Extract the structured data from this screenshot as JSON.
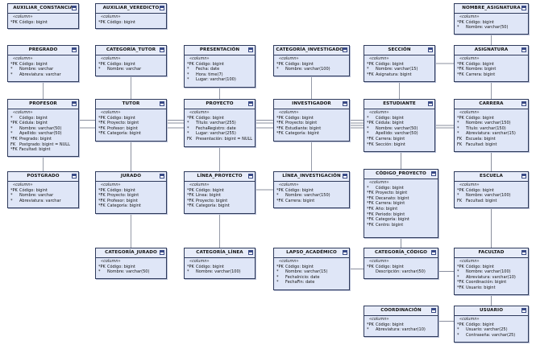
{
  "entities": [
    {
      "id": "auxiliar_constancia",
      "title": "AUXILIAR_CONSTANCIA",
      "stereotype": "«column»",
      "columns": [
        {
          "key": "*PK",
          "text": "Código: bigint"
        }
      ]
    },
    {
      "id": "auxiliar_veredicto",
      "title": "AUXILIAR_VEREDICTO",
      "stereotype": "«column»",
      "columns": [
        {
          "key": "*PK",
          "text": "Código: bigint"
        }
      ]
    },
    {
      "id": "nombre_asignatura",
      "title": "NOMBRE_ASIGNATURA",
      "stereotype": "«column»",
      "columns": [
        {
          "key": "*PK",
          "text": "Código: bigint"
        },
        {
          "key": "*",
          "text": "Nombre: varchar(50)"
        }
      ]
    },
    {
      "id": "pregrado",
      "title": "PREGRADO",
      "stereotype": "«column»",
      "columns": [
        {
          "key": "*PK",
          "text": "Código: bigint"
        },
        {
          "key": "*",
          "text": "Nombre: varchar"
        },
        {
          "key": "*",
          "text": "Abreviatura: varchar"
        }
      ]
    },
    {
      "id": "categoria_tutor",
      "title": "CATEGORÍA_TUTOR",
      "stereotype": "«column»",
      "columns": [
        {
          "key": "*PK",
          "text": "Código: bigint"
        },
        {
          "key": "*",
          "text": "Nombre: varchar"
        }
      ]
    },
    {
      "id": "presentacion",
      "title": "PRESENTACIÓN",
      "stereotype": "«column»",
      "columns": [
        {
          "key": "*PK",
          "text": "Código: bigint"
        },
        {
          "key": "*",
          "text": "Fecha: date"
        },
        {
          "key": "*",
          "text": "Hora: time(7)"
        },
        {
          "key": "*",
          "text": "Lugar: varchar(100)"
        }
      ]
    },
    {
      "id": "categoria_investigador",
      "title": "CATEGORÍA_INVESTIGADOR",
      "stereotype": "«column»",
      "columns": [
        {
          "key": "*PK",
          "text": "Código: bigint"
        },
        {
          "key": "*",
          "text": "Nombre: varchar(100)"
        }
      ]
    },
    {
      "id": "seccion",
      "title": "SECCIÓN",
      "stereotype": "«column»",
      "columns": [
        {
          "key": "*PK",
          "text": "Código: bigint"
        },
        {
          "key": "*",
          "text": "Nombre: varchar(15)"
        },
        {
          "key": "*FK",
          "text": "Asignatura: bigint"
        }
      ]
    },
    {
      "id": "asignatura",
      "title": "ASIGNATURA",
      "stereotype": "«column»",
      "columns": [
        {
          "key": "*PK",
          "text": "Código: bigint"
        },
        {
          "key": "*FK",
          "text": "Nombre: bigint"
        },
        {
          "key": "*FK",
          "text": "Carrera: bigint"
        }
      ]
    },
    {
      "id": "profesor",
      "title": "PROFESOR",
      "stereotype": "«column»",
      "columns": [
        {
          "key": "*",
          "text": "Código: bigint"
        },
        {
          "key": "*PK",
          "text": "Cédula: bigint"
        },
        {
          "key": "*",
          "text": "Nombre: varchar(50)"
        },
        {
          "key": "*",
          "text": "Apellido: varchar(50)"
        },
        {
          "key": "*FK",
          "text": "Pregrado: bigint"
        },
        {
          "key": "FK",
          "text": "Postgrado: bigint = NULL"
        },
        {
          "key": "*FK",
          "text": "Facultad: bigint"
        }
      ]
    },
    {
      "id": "tutor",
      "title": "TUTOR",
      "stereotype": "«column»",
      "columns": [
        {
          "key": "*PK",
          "text": "Código: bigint"
        },
        {
          "key": "*FK",
          "text": "Proyecto: bigint"
        },
        {
          "key": "*FK",
          "text": "Profesor: bigint"
        },
        {
          "key": "*FK",
          "text": "Categoría: bigint"
        }
      ]
    },
    {
      "id": "proyecto",
      "title": "PROYECTO",
      "stereotype": "«column»",
      "columns": [
        {
          "key": "*PK",
          "text": "Código: bigint"
        },
        {
          "key": "*",
          "text": "Título: varchar(255)"
        },
        {
          "key": "*",
          "text": "FechaRegistro: date"
        },
        {
          "key": "*",
          "text": "Lugar: varchar(255)"
        },
        {
          "key": "FK",
          "text": "Presentación: bigint = NULL"
        }
      ]
    },
    {
      "id": "investigador",
      "title": "INVESTIGADOR",
      "stereotype": "«column»",
      "columns": [
        {
          "key": "*PK",
          "text": "Código: bigint"
        },
        {
          "key": "*FK",
          "text": "Proyecto: bigint"
        },
        {
          "key": "*FK",
          "text": "Estudiante: bigint"
        },
        {
          "key": "*FK",
          "text": "Categoría: bigint"
        }
      ]
    },
    {
      "id": "estudiante",
      "title": "ESTUDIANTE",
      "stereotype": "«column»",
      "columns": [
        {
          "key": "*",
          "text": "Código: bigint"
        },
        {
          "key": "*PK",
          "text": "Cédula: bigint"
        },
        {
          "key": "*",
          "text": "Nombre: varchar(50)"
        },
        {
          "key": "*",
          "text": "Apellido: varchar(50)"
        },
        {
          "key": "*FK",
          "text": "Carrera: bigint"
        },
        {
          "key": "*FK",
          "text": "Sección: bigint"
        }
      ]
    },
    {
      "id": "carrera",
      "title": "CARRERA",
      "stereotype": "«column»",
      "columns": [
        {
          "key": "*PK",
          "text": "Código: bigint"
        },
        {
          "key": "*",
          "text": "Nombre: varchar(150)"
        },
        {
          "key": "*",
          "text": "Título: varchar(150)"
        },
        {
          "key": "*",
          "text": "Abreviatura: varchar(15)"
        },
        {
          "key": "FK",
          "text": "Escuela: bigint"
        },
        {
          "key": "FK",
          "text": "Facultad: bigint"
        }
      ]
    },
    {
      "id": "postgrado",
      "title": "POSTGRADO",
      "stereotype": "«column»",
      "columns": [
        {
          "key": "*PK",
          "text": "Código: bigint"
        },
        {
          "key": "*",
          "text": "Nombre: varchar"
        },
        {
          "key": "*",
          "text": "Abreviatura: varchar"
        }
      ]
    },
    {
      "id": "jurado",
      "title": "JURADO",
      "stereotype": "«column»",
      "columns": [
        {
          "key": "*PK",
          "text": "Código: bigint"
        },
        {
          "key": "*FK",
          "text": "Proyecto: bigint"
        },
        {
          "key": "*FK",
          "text": "Profesor: bigint"
        },
        {
          "key": "*FK",
          "text": "Categoría: bigint"
        }
      ]
    },
    {
      "id": "linea_proyecto",
      "title": "LÍNEA_PROYECTO",
      "stereotype": "«column»",
      "columns": [
        {
          "key": "*PK",
          "text": "Código: bigint"
        },
        {
          "key": "*FK",
          "text": "Línea: bigint"
        },
        {
          "key": "*FK",
          "text": "Proyecto: bigint"
        },
        {
          "key": "*FK",
          "text": "Categoría: bigint"
        }
      ]
    },
    {
      "id": "linea_investigacion",
      "title": "LÍNEA_INVESTIGACIÓN",
      "stereotype": "«column»",
      "columns": [
        {
          "key": "*PK",
          "text": "Código: bigint"
        },
        {
          "key": "*",
          "text": "Nombre: varchar(150)"
        },
        {
          "key": "*FK",
          "text": "Carrera: bigint"
        }
      ]
    },
    {
      "id": "codigo_proyecto",
      "title": "CÓDIGO_PROYECTO",
      "stereotype": "«column»",
      "columns": [
        {
          "key": "*",
          "text": "Código: bigint"
        },
        {
          "key": "*FK",
          "text": "Proyecto: bigint"
        },
        {
          "key": "*FK",
          "text": "Decanato: bigint"
        },
        {
          "key": "*FK",
          "text": "Carrera: bigint"
        },
        {
          "key": "*FK",
          "text": "Año: bigint"
        },
        {
          "key": "*FK",
          "text": "Periodo: bigint"
        },
        {
          "key": "*FK",
          "text": "Categoría: bigint"
        },
        {
          "key": "*FK",
          "text": "Centro: bigint"
        }
      ]
    },
    {
      "id": "escuela",
      "title": "ESCUELA",
      "stereotype": "«column»",
      "columns": [
        {
          "key": "*PK",
          "text": "Código: bigint"
        },
        {
          "key": "*",
          "text": "Nombre: varchar(100)"
        },
        {
          "key": "FK",
          "text": "Facultad: bigint"
        }
      ]
    },
    {
      "id": "categoria_jurado",
      "title": "CATEGORÍA_JURADO",
      "stereotype": "«column»",
      "columns": [
        {
          "key": "*PK",
          "text": "Código: bigint"
        },
        {
          "key": "*",
          "text": "Nombre: varchar(50)"
        }
      ]
    },
    {
      "id": "categoria_linea",
      "title": "CATEGORÍA_LÍNEA",
      "stereotype": "«column»",
      "columns": [
        {
          "key": "*PK",
          "text": "Código: bigint"
        },
        {
          "key": "*",
          "text": "Nombre: varchar(100)"
        }
      ]
    },
    {
      "id": "lapso_academico",
      "title": "LAPSO_ACADÉMICO",
      "stereotype": "«column»",
      "columns": [
        {
          "key": "*PK",
          "text": "Código: bigint"
        },
        {
          "key": "*",
          "text": "Nombre: varchar(15)"
        },
        {
          "key": "*",
          "text": "FechaInicio: date"
        },
        {
          "key": "*",
          "text": "FechaFin: date"
        }
      ]
    },
    {
      "id": "categoria_codigo",
      "title": "CATEGORÍA_CÓDIGO",
      "stereotype": "«column»",
      "columns": [
        {
          "key": "*PK",
          "text": "Código: bigint"
        },
        {
          "key": "",
          "text": "Descripción: varchar(50)"
        }
      ]
    },
    {
      "id": "facultad",
      "title": "FACULTAD",
      "stereotype": "«column»",
      "columns": [
        {
          "key": "*PK",
          "text": "Código: bigint"
        },
        {
          "key": "*",
          "text": "Nombre: varchar(100)"
        },
        {
          "key": "*",
          "text": "Abreviatura: varchar(10)"
        },
        {
          "key": "*FK",
          "text": "Coordinación: bigint"
        },
        {
          "key": "*FK",
          "text": "Usuario: bigint"
        }
      ]
    },
    {
      "id": "coordinacion",
      "title": "COORDINACIÓN",
      "stereotype": "«column»",
      "columns": [
        {
          "key": "*PK",
          "text": "Código: bigint"
        },
        {
          "key": "*",
          "text": "Abreviatura: varchar(10)"
        }
      ]
    },
    {
      "id": "usuario",
      "title": "USUARIO",
      "stereotype": "«column»",
      "columns": [
        {
          "key": "*PK",
          "text": "Código: bigint"
        },
        {
          "key": "*",
          "text": "Usuario: varchar(25)"
        },
        {
          "key": "*",
          "text": "Contraseña: varchar(25)"
        }
      ]
    }
  ],
  "relations": [
    [
      "nombre_asignatura",
      "asignatura"
    ],
    [
      "seccion",
      "asignatura"
    ],
    [
      "asignatura",
      "carrera"
    ],
    [
      "pregrado",
      "profesor"
    ],
    [
      "categoria_tutor",
      "tutor"
    ],
    [
      "profesor",
      "tutor"
    ],
    [
      "tutor",
      "proyecto"
    ],
    [
      "presentacion",
      "proyecto"
    ],
    [
      "proyecto",
      "investigador"
    ],
    [
      "categoria_investigador",
      "investigador"
    ],
    [
      "investigador",
      "estudiante"
    ],
    [
      "seccion",
      "estudiante"
    ],
    [
      "estudiante",
      "carrera"
    ],
    [
      "postgrado",
      "profesor"
    ],
    [
      "profesor",
      "jurado"
    ],
    [
      "proyecto",
      "jurado"
    ],
    [
      "proyecto",
      "linea_proyecto"
    ],
    [
      "linea_investigacion",
      "linea_proyecto"
    ],
    [
      "proyecto",
      "codigo_proyecto"
    ],
    [
      "carrera",
      "escuela"
    ],
    [
      "categoria_jurado",
      "jurado"
    ],
    [
      "categoria_linea",
      "linea_proyecto"
    ],
    [
      "lapso_academico",
      "codigo_proyecto"
    ],
    [
      "categoria_codigo",
      "codigo_proyecto"
    ],
    [
      "escuela",
      "facultad"
    ],
    [
      "coordinacion",
      "facultad"
    ],
    [
      "usuario",
      "facultad"
    ],
    [
      "facultad",
      "codigo_proyecto"
    ],
    [
      "carrera",
      "codigo_proyecto"
    ],
    [
      "carrera",
      "linea_investigacion"
    ],
    [
      "profesor",
      "facultad"
    ]
  ]
}
